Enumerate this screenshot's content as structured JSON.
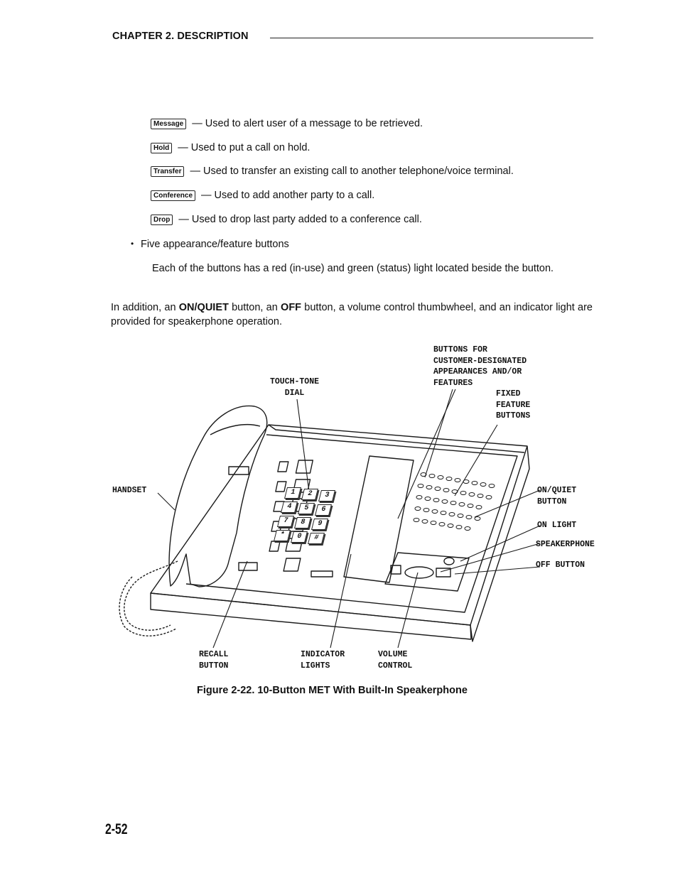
{
  "header": {
    "chapter": "CHAPTER 2. DESCRIPTION"
  },
  "key_items": [
    {
      "key": "Message",
      "text": "— Used to alert user of a message to be retrieved."
    },
    {
      "key": "Hold",
      "text": "— Used to put a call on hold."
    },
    {
      "key": "Transfer",
      "text": "— Used to transfer an existing call to another telephone/voice terminal."
    },
    {
      "key": "Conference",
      "text": "— Used to add another party to a call."
    },
    {
      "key": "Drop",
      "text": "— Used to drop last party added to a conference call."
    }
  ],
  "bullet": {
    "title": "Five appearance/feature buttons",
    "body": "Each of the buttons has a red (in-use) and green (status) light located beside the button."
  },
  "addition": {
    "pre1": "In addition, an ",
    "bold1": "ON/QUIET",
    "mid1": " button, an ",
    "bold2": "OFF",
    "post": " button, a volume control thumbwheel, and an indicator light are provided for speakerphone operation."
  },
  "figure": {
    "labels": {
      "buttons_for": "BUTTONS FOR\nCUSTOMER-DESIGNATED\nAPPEARANCES AND/OR\nFEATURES",
      "touch_tone": "TOUCH-TONE\n   DIAL",
      "fixed_feature": "FIXED\nFEATURE\nBUTTONS",
      "handset": "HANDSET",
      "on_quiet": "ON/QUIET\nBUTTON",
      "on_light": "ON LIGHT",
      "speakerphone": "SPEAKERPHONE",
      "off_button": "OFF BUTTON",
      "recall": "RECALL\nBUTTON",
      "indicator": "INDICATOR\nLIGHTS",
      "volume": "VOLUME\nCONTROL"
    },
    "dial_keys": [
      "1",
      "2",
      "3",
      "4",
      "5",
      "6",
      "7",
      "8",
      "9",
      "*",
      "0",
      "#"
    ],
    "caption": "Figure  2-22.   10-Button MET With Built-In Speakerphone"
  },
  "page_number": "2-52"
}
